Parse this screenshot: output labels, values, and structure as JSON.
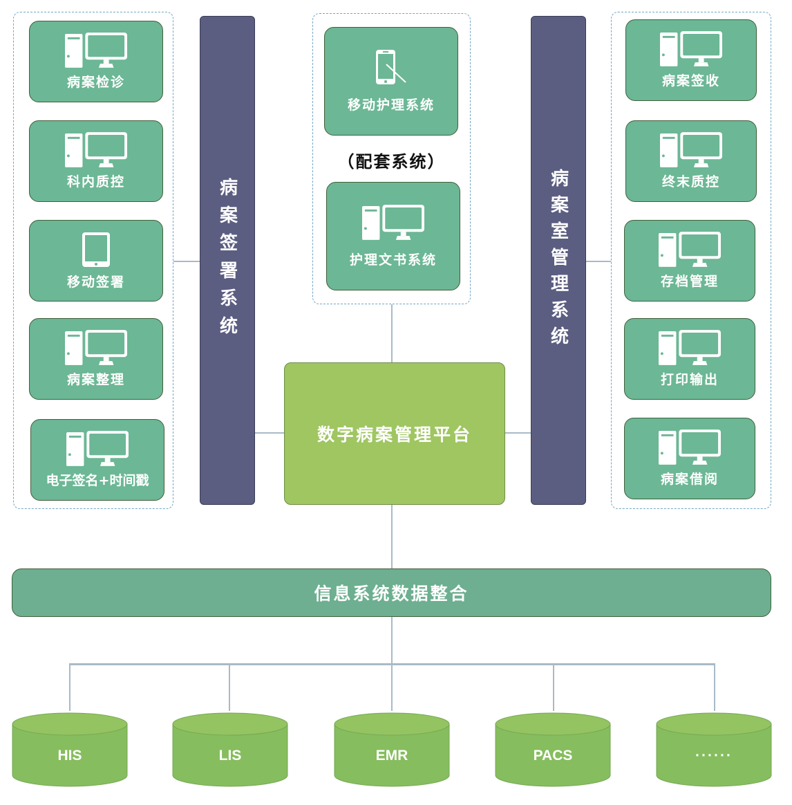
{
  "left_group": {
    "items": [
      {
        "label": "病案检诊",
        "icon": "desktop-computer-icon"
      },
      {
        "label": "科内质控",
        "icon": "desktop-computer-icon"
      },
      {
        "label": "移动签署",
        "icon": "tablet-icon"
      },
      {
        "label": "病案整理",
        "icon": "desktop-computer-icon"
      },
      {
        "label": "电子签名+时间戳",
        "icon": "desktop-computer-icon"
      }
    ]
  },
  "left_system": {
    "label": "病案签署系统"
  },
  "center_group": {
    "items": [
      {
        "label": "移动护理系统",
        "icon": "smartphone-stylus-icon"
      },
      {
        "label": "护理文书系统",
        "icon": "desktop-computer-icon"
      }
    ],
    "note": "（配套系统）"
  },
  "right_system": {
    "label": "病案室管理系统"
  },
  "right_group": {
    "items": [
      {
        "label": "病案签收",
        "icon": "desktop-computer-icon"
      },
      {
        "label": "终末质控",
        "icon": "desktop-computer-icon"
      },
      {
        "label": "存档管理",
        "icon": "desktop-computer-icon"
      },
      {
        "label": "打印输出",
        "icon": "desktop-computer-icon"
      },
      {
        "label": "病案借阅",
        "icon": "desktop-computer-icon"
      }
    ]
  },
  "platform": {
    "label": "数字病案管理平台"
  },
  "integration": {
    "label": "信息系统数据整合"
  },
  "databases": [
    {
      "label": "HIS"
    },
    {
      "label": "LIS"
    },
    {
      "label": "EMR"
    },
    {
      "label": "PACS"
    },
    {
      "label": "······"
    }
  ],
  "colors": {
    "tile": "#6cb795",
    "system_bar": "#5b5d81",
    "platform": "#9fc661",
    "integration": "#6daf90",
    "database": "#86bd5e",
    "connector": "#a8bac6",
    "frame": "#6fa6c4"
  }
}
